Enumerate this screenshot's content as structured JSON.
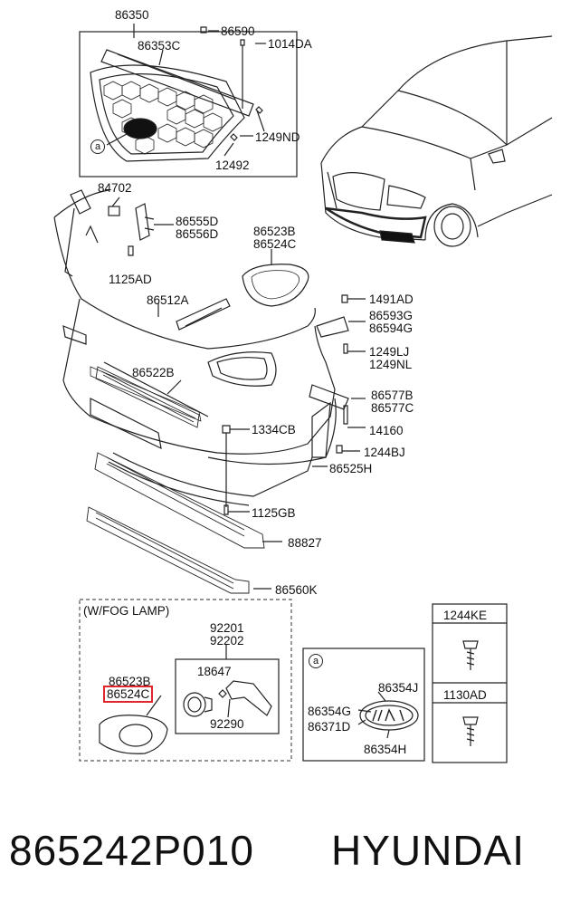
{
  "diagram": {
    "grille": {
      "main": "86350",
      "parts": [
        "86353C",
        "86590",
        "1014DA",
        "1249ND",
        "12492"
      ],
      "ref": "a"
    },
    "bumper_labels": {
      "l84702": "84702",
      "l86555D": "86555D",
      "l86556D": "86556D",
      "l86523B": "86523B",
      "l86524C": "86524C",
      "l1125AD": "1125AD",
      "l86512A": "86512A",
      "l1491AD": "1491AD",
      "l86593G": "86593G",
      "l86594G": "86594G",
      "l1249LJ": "1249LJ",
      "l1249NL": "1249NL",
      "l86522B": "86522B",
      "l86577B": "86577B",
      "l86577C": "86577C",
      "l1334CB": "1334CB",
      "l14160": "14160",
      "l1244BJ": "1244BJ",
      "l86525H": "86525H",
      "l1125GB": "1125GB",
      "l88827": "88827",
      "l86560K": "86560K"
    },
    "fog_section": {
      "title": "(W/FOG LAMP)",
      "l92201": "92201",
      "l92202": "92202",
      "l18647": "18647",
      "l92290": "92290",
      "l86523B": "86523B",
      "l86524C": "86524C"
    },
    "emblem_box": {
      "ref": "a",
      "l86354J": "86354J",
      "l86354G": "86354G",
      "l86371D": "86371D",
      "l86354H": "86354H"
    },
    "screws": {
      "top": "1244KE",
      "bottom": "1130AD"
    }
  },
  "footer": {
    "part_number": "865242P010",
    "brand": "HYUNDAI"
  },
  "colors": {
    "line": "#222222",
    "highlight": "#e0262b"
  }
}
